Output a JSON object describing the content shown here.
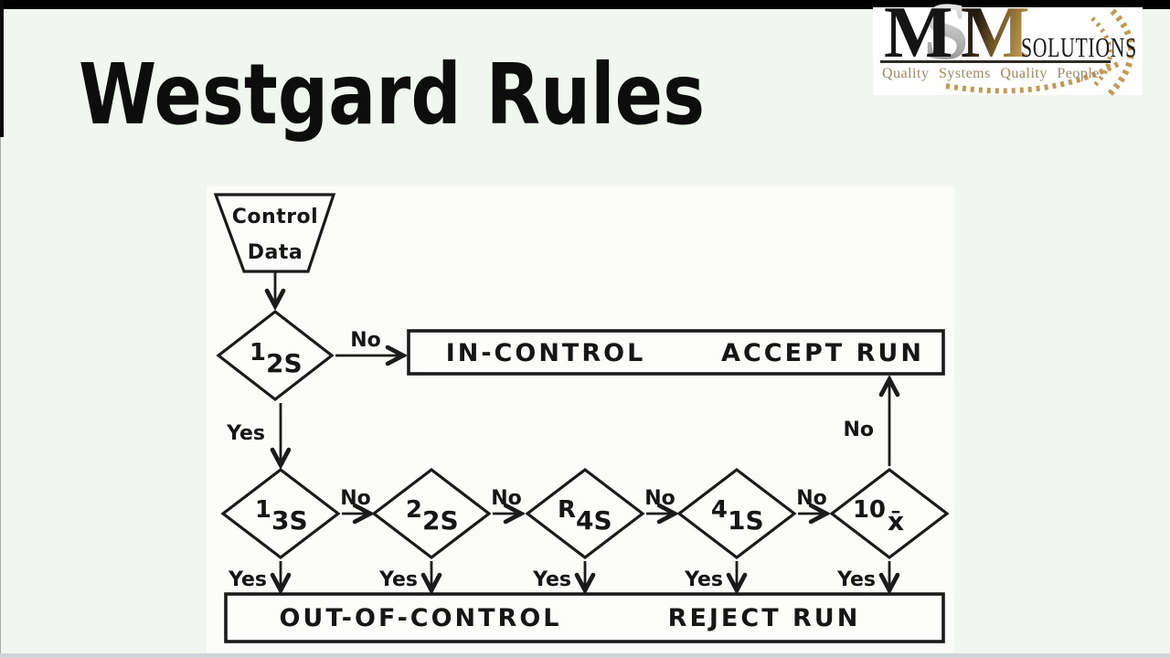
{
  "slide": {
    "title": "Westgard Rules"
  },
  "logo": {
    "m1": "M",
    "s": "S",
    "m2": "M",
    "name": "SOLUTIONS",
    "tagline": "Quality Systems Quality People"
  },
  "flowchart": {
    "start": {
      "line1": "Control",
      "line2": "Data"
    },
    "labels": {
      "yes": "Yes",
      "no": "No"
    },
    "decisions": [
      {
        "lead": "1",
        "sub": "2S"
      },
      {
        "lead": "1",
        "sub": "3S"
      },
      {
        "lead": "2",
        "sub": "2S"
      },
      {
        "lead": "R",
        "sub": "4S"
      },
      {
        "lead": "4",
        "sub": "1S"
      },
      {
        "lead": "10",
        "sub": "x̄"
      }
    ],
    "accept": {
      "status": "IN-CONTROL",
      "action": "ACCEPT RUN"
    },
    "reject": {
      "status": "OUT-OF-CONTROL",
      "action": "REJECT RUN"
    }
  },
  "colors": {
    "background": "#f2f6f0",
    "ink": "#1b1b1b",
    "logo_gold": "#c49a52",
    "top_bar": "#000000",
    "bottom_bar": "#cdd3d8"
  }
}
